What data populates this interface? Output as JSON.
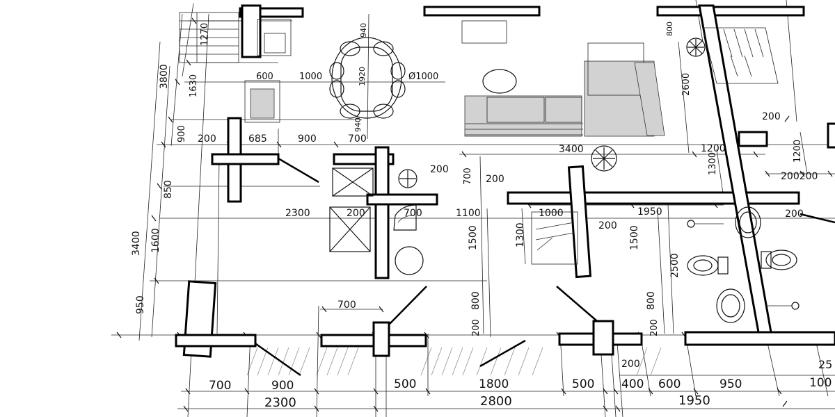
{
  "dimensions": {
    "d1270": "1270",
    "d3800": "3800",
    "d1630": "1630",
    "d600": "600",
    "d1000a": "1000",
    "d1920": "1920",
    "d940a": "940",
    "d940b": "940",
    "dDia": "Ø1000",
    "d800top": "800",
    "d2600": "2600",
    "d200tr": "200",
    "d900L": "900",
    "d200L": "200",
    "d685": "685",
    "d900b": "900",
    "d700a": "700",
    "d3400h": "3400",
    "d1200a": "1200",
    "d1300": "1300",
    "d1200v": "1200",
    "d200c1": "200",
    "d200c2": "200",
    "d700v": "700",
    "d200m": "200",
    "d200200": "200200",
    "d850": "850",
    "d2300a": "2300",
    "d200b": "200",
    "d700b": "700",
    "d1100": "1100",
    "d1000b": "1000",
    "d1950a": "1950",
    "d200e": "200",
    "d1300v": "1300",
    "d1500a": "1500",
    "d1500b": "1500",
    "d200f": "200",
    "d3400v": "3400",
    "d1600": "1600",
    "d2500": "2500",
    "d950v": "950",
    "d700c": "700",
    "d800a": "800",
    "d800b": "800",
    "d200g": "200",
    "d200h": "200",
    "d200i": "200",
    "d250": "25",
    "b700": "700",
    "b900": "900",
    "b500a": "500",
    "b1800": "1800",
    "b500b": "500",
    "b400": "400",
    "b600": "600",
    "b950": "950",
    "b100": "100",
    "b2300": "2300",
    "b2800": "2800",
    "b1950": "1950"
  }
}
